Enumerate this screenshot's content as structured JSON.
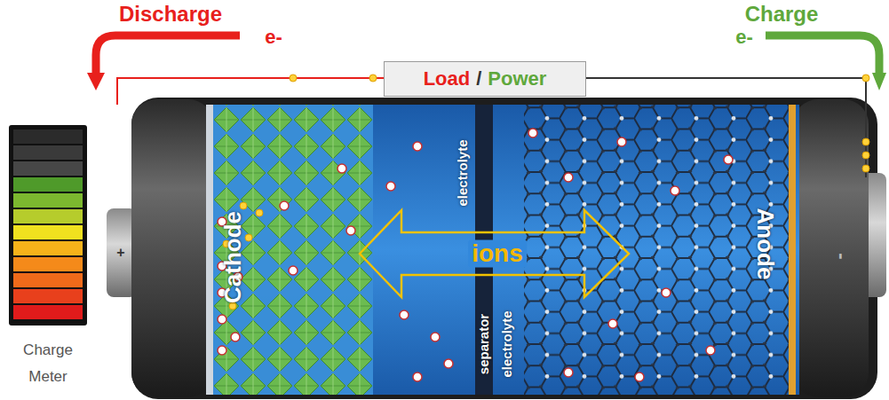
{
  "diagram": {
    "nodes": [
      {
        "text": [
          "Load",
          "/",
          "Power"
        ]
      },
      {
        "text": [
          "Charge Meter"
        ]
      }
    ],
    "labels": [
      "Discharge",
      "e-",
      "Charge",
      "e-",
      "electrolyte",
      "separator",
      "electrolyte",
      "ions",
      "Cathode",
      "Anode",
      "+",
      "-"
    ]
  }
}
